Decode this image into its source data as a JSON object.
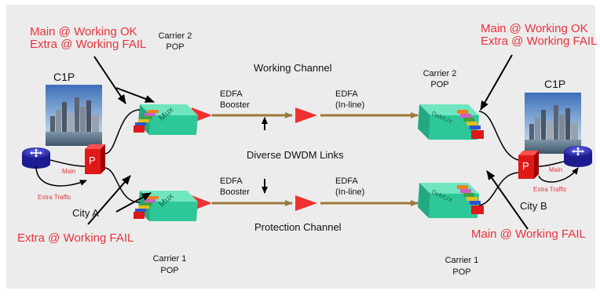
{
  "left_status": {
    "line1": "Main @ Working OK",
    "line2": "Extra @ Working FAIL"
  },
  "right_status": {
    "line1": "Main @ Working OK",
    "line2": "Extra @ Working FAIL"
  },
  "left_bottom_status": "Extra @ Working FAIL",
  "right_bottom_status": "Main @ Working FAIL",
  "carrier2_left": {
    "line1": "Carrier 2",
    "line2": "POP"
  },
  "carrier2_right": {
    "line1": "Carrier 2",
    "line2": "POP"
  },
  "carrier1_left": {
    "line1": "Carrier 1",
    "line2": "POP"
  },
  "carrier1_right": {
    "line1": "Carrier 1",
    "line2": "POP"
  },
  "working_channel": "Working Channel",
  "protection_channel": "Protection Channel",
  "diverse_links": "Diverse DWDM Links",
  "edfa_booster_top": {
    "line1": "EDFA",
    "line2": "Booster"
  },
  "edfa_booster_bottom": {
    "line1": "EDFA",
    "line2": "Booster"
  },
  "edfa_inline_top": {
    "line1": "EDFA",
    "line2": "(In-line)"
  },
  "edfa_inline_bottom": {
    "line1": "EDFA",
    "line2": "(In-line)"
  },
  "city_a": "City A",
  "city_b": "City B",
  "c1p_left": "C1P",
  "c1p_right": "C1P",
  "left_main": "Main",
  "left_extra": "Extra Traffic",
  "right_main": "Main",
  "right_extra": "Extra Traffic",
  "mux_label": "Mux",
  "demux_label": "DeMUX",
  "p_label": "P",
  "colors": {
    "red_text": "#e8323c",
    "mux_green": "#2ec79a",
    "fiber": "#a07838",
    "edfa_red": "#f03030",
    "router_blue": "#3030c0",
    "p_red": "#e01818",
    "background_panel": "#ececec"
  }
}
